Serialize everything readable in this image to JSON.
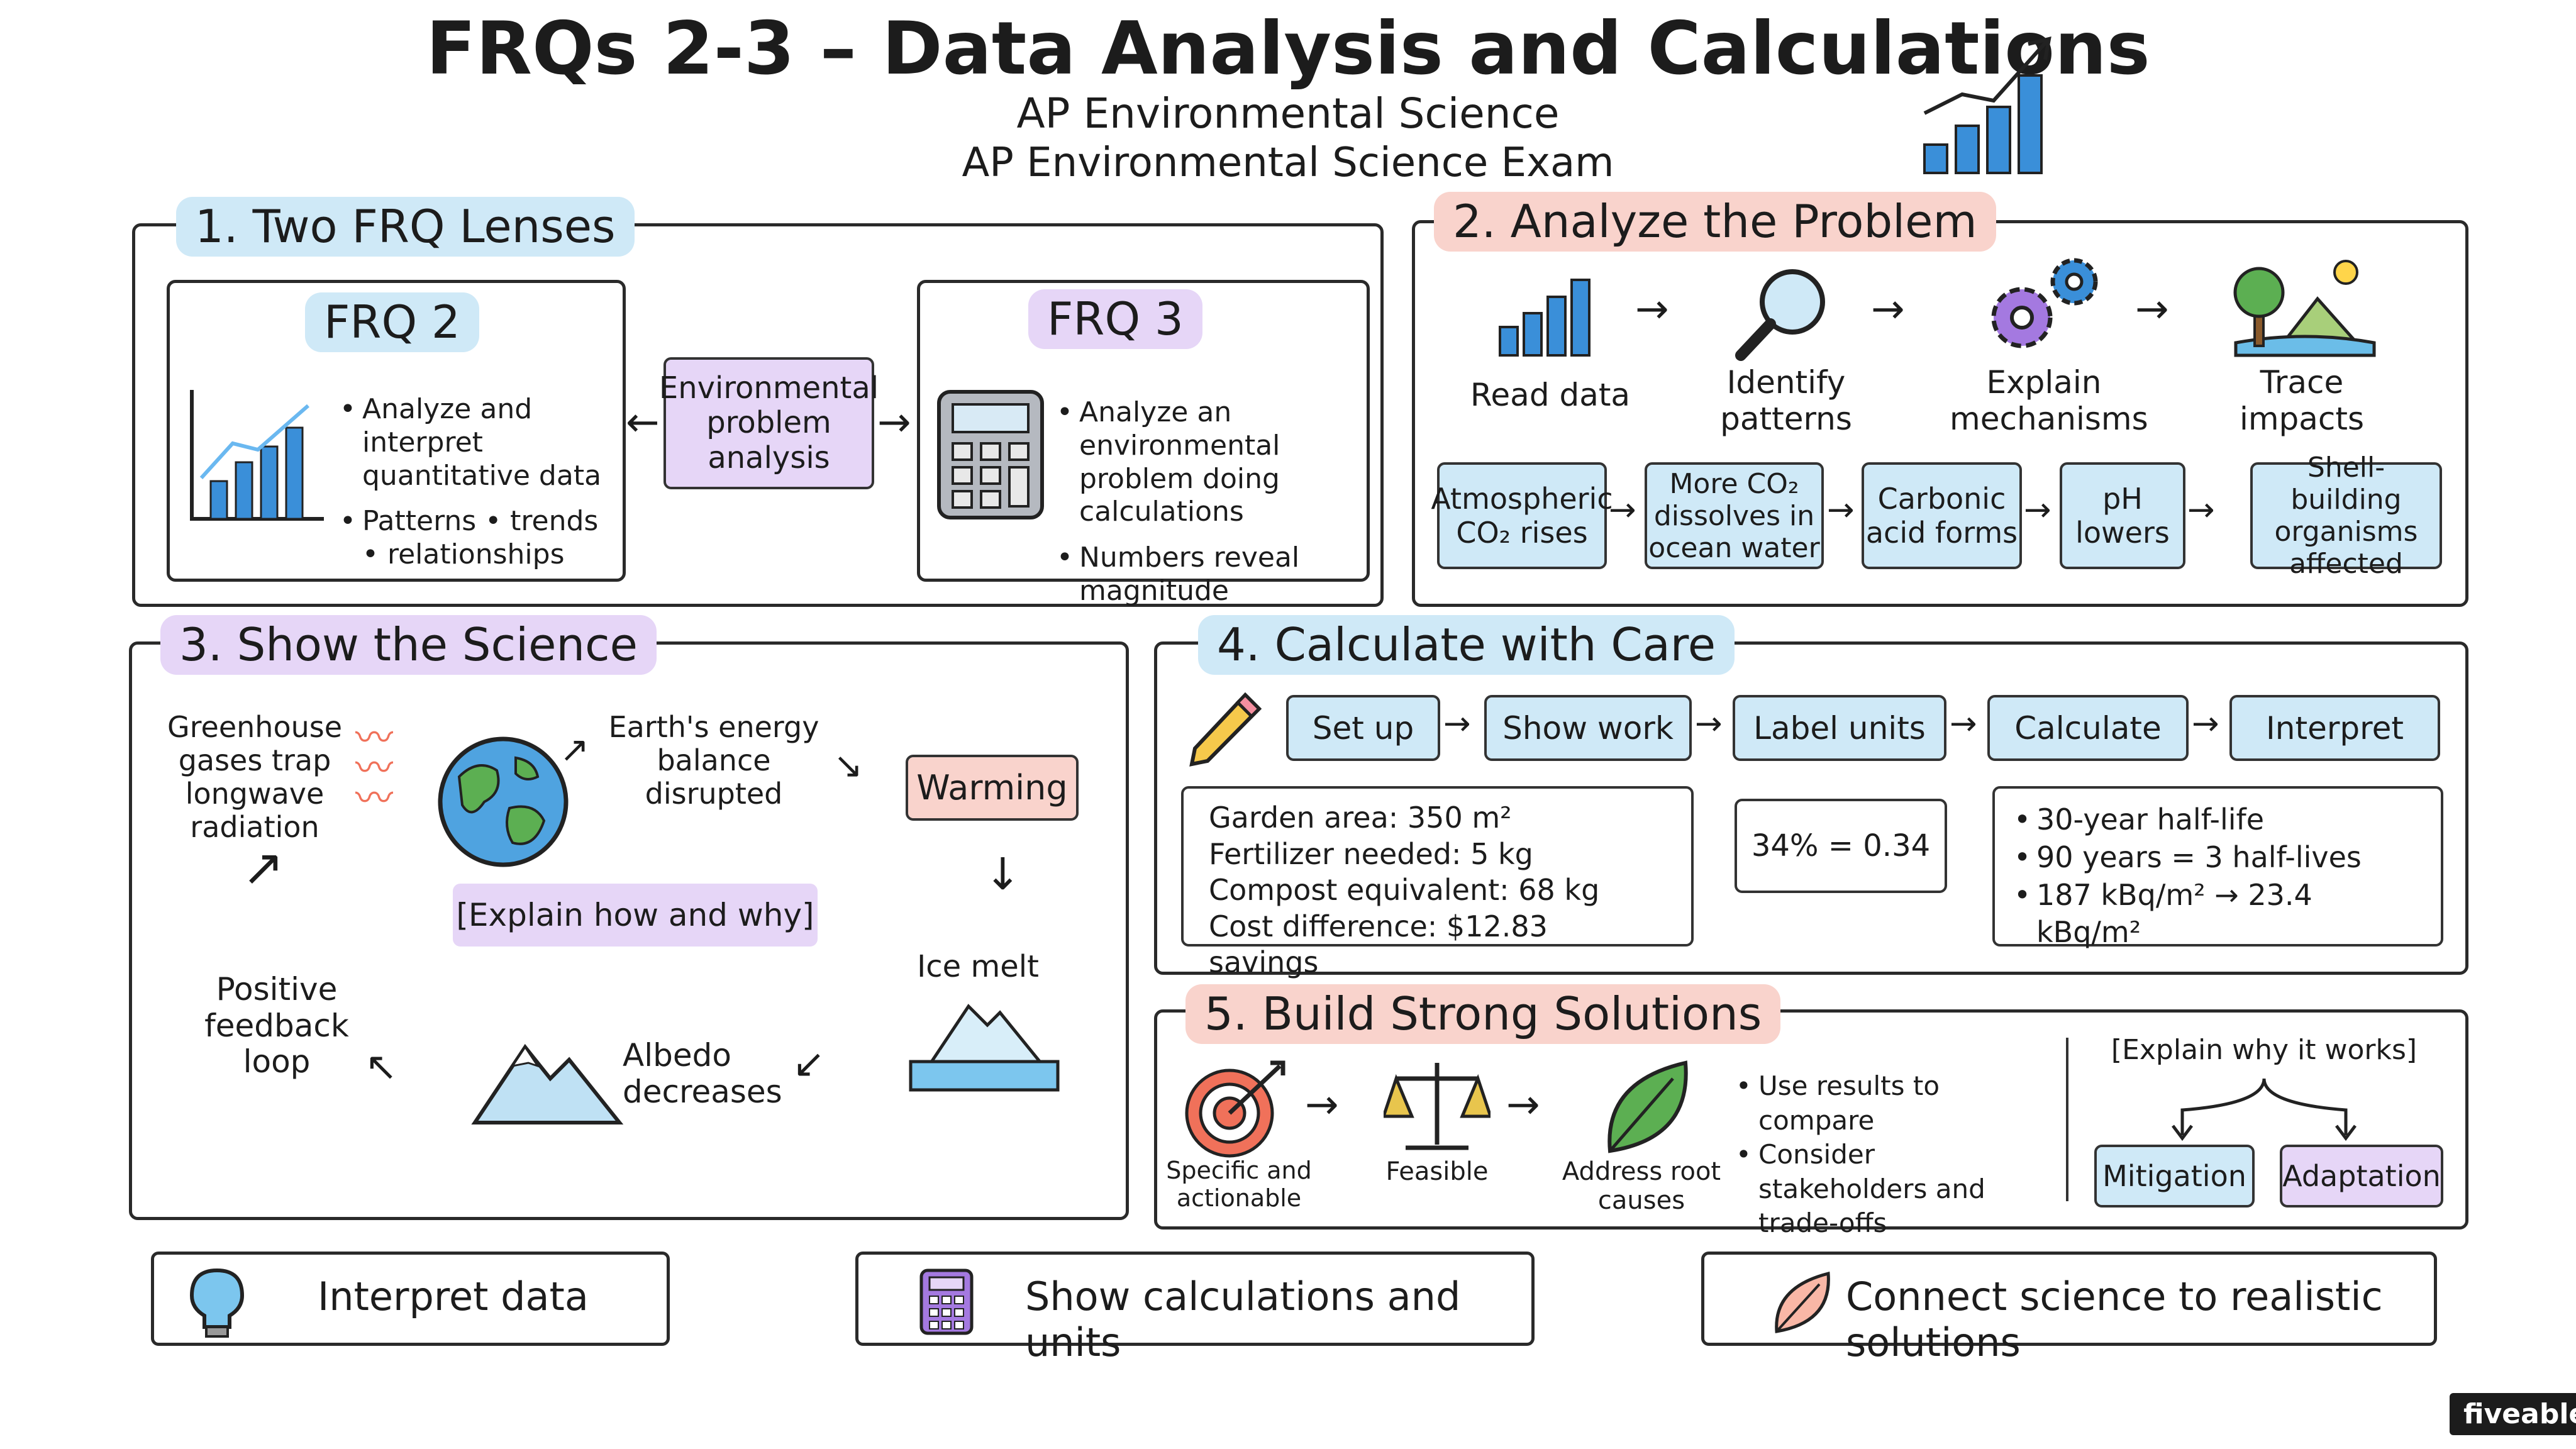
{
  "header": {
    "title": "FRQs 2-3 – Data Analysis and Calculations",
    "subtitle1": "AP Environmental Science",
    "subtitle2": "AP Environmental Science Exam"
  },
  "s1": {
    "title": "1. Two FRQ Lenses",
    "frq2": {
      "title": "FRQ 2",
      "bullets": [
        "Analyze and interpret quantitative data",
        "Patterns • trends • relationships"
      ]
    },
    "center": "Environmental problem analysis",
    "frq3": {
      "title": "FRQ 3",
      "bullets": [
        "Analyze an environmental problem doing calculations",
        "Numbers reveal magnitude"
      ]
    }
  },
  "s2": {
    "title": "2. Analyze the Problem",
    "steps": [
      "Read data",
      "Identify patterns",
      "Explain mechanisms",
      "Trace impacts"
    ],
    "chain": [
      "Atmospheric CO₂ rises",
      "More CO₂ dissolves in ocean water",
      "Carbonic acid forms",
      "pH lowers",
      "Shell-building organisms affected"
    ]
  },
  "s3": {
    "title": "3. Show the Science",
    "greenhouse": "Greenhouse gases trap longwave radiation",
    "energy": "Earth's energy balance disrupted",
    "warming": "Warming",
    "explain": "[Explain how and why]",
    "ice": "Ice melt",
    "albedo": "Albedo decreases",
    "feedback": "Positive feedback loop"
  },
  "s4": {
    "title": "4. Calculate with Care",
    "steps": [
      "Set up",
      "Show work",
      "Label units",
      "Calculate",
      "Interpret"
    ],
    "example1": [
      "Garden area: 350 m²",
      "Fertilizer needed: 5 kg",
      "Compost equivalent: 68 kg",
      "Cost difference: $12.83 savings"
    ],
    "example2": "34% = 0.34",
    "example3": [
      "30-year half-life",
      "90 years = 3 half-lives",
      "187 kBq/m² → 23.4 kBq/m²"
    ]
  },
  "s5": {
    "title": "5. Build Strong Solutions",
    "criteria": [
      "Specific and actionable",
      "Feasible",
      "Address root causes"
    ],
    "bullets": [
      "Use results to compare",
      "Consider stakeholders and trade-offs"
    ],
    "explain": "[Explain why it works]",
    "mitigation": "Mitigation",
    "adaptation": "Adaptation"
  },
  "footer": [
    "Interpret data",
    "Show calculations and units",
    "Connect science to realistic solutions"
  ],
  "brand": "fiveable",
  "colors": {
    "blue": "#cfe9f7",
    "pink": "#f9d3cc",
    "purple": "#e6d6f7",
    "chart_blue": "#3a8fd9",
    "warm": "#f0715a"
  }
}
